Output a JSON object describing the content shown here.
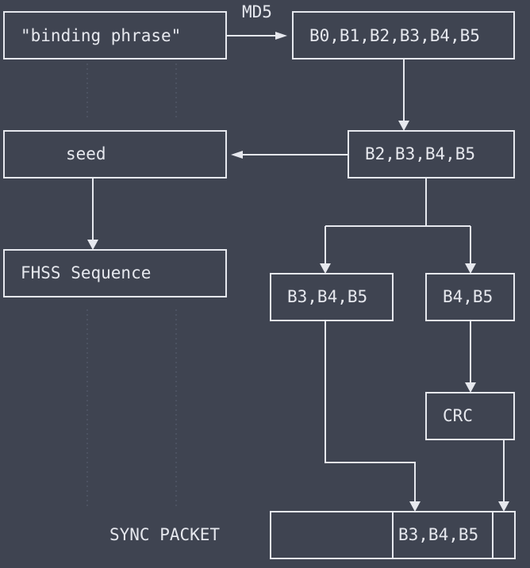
{
  "diagram": {
    "nodes": {
      "binding_phrase": "\"binding phrase\"",
      "md5_bytes": "B0,B1,B2,B3,B4,B5",
      "seed": "seed",
      "subset_b2_b5": "B2,B3,B4,B5",
      "fhss_sequence": "FHSS Sequence",
      "subset_b3_b5": "B3,B4,B5",
      "subset_b4_b5": "B4,B5",
      "crc": "CRC",
      "sync_packet_payload": "B3,B4,B5"
    },
    "edge_labels": {
      "md5": "MD5"
    },
    "captions": {
      "sync_packet": "SYNC PACKET"
    }
  }
}
